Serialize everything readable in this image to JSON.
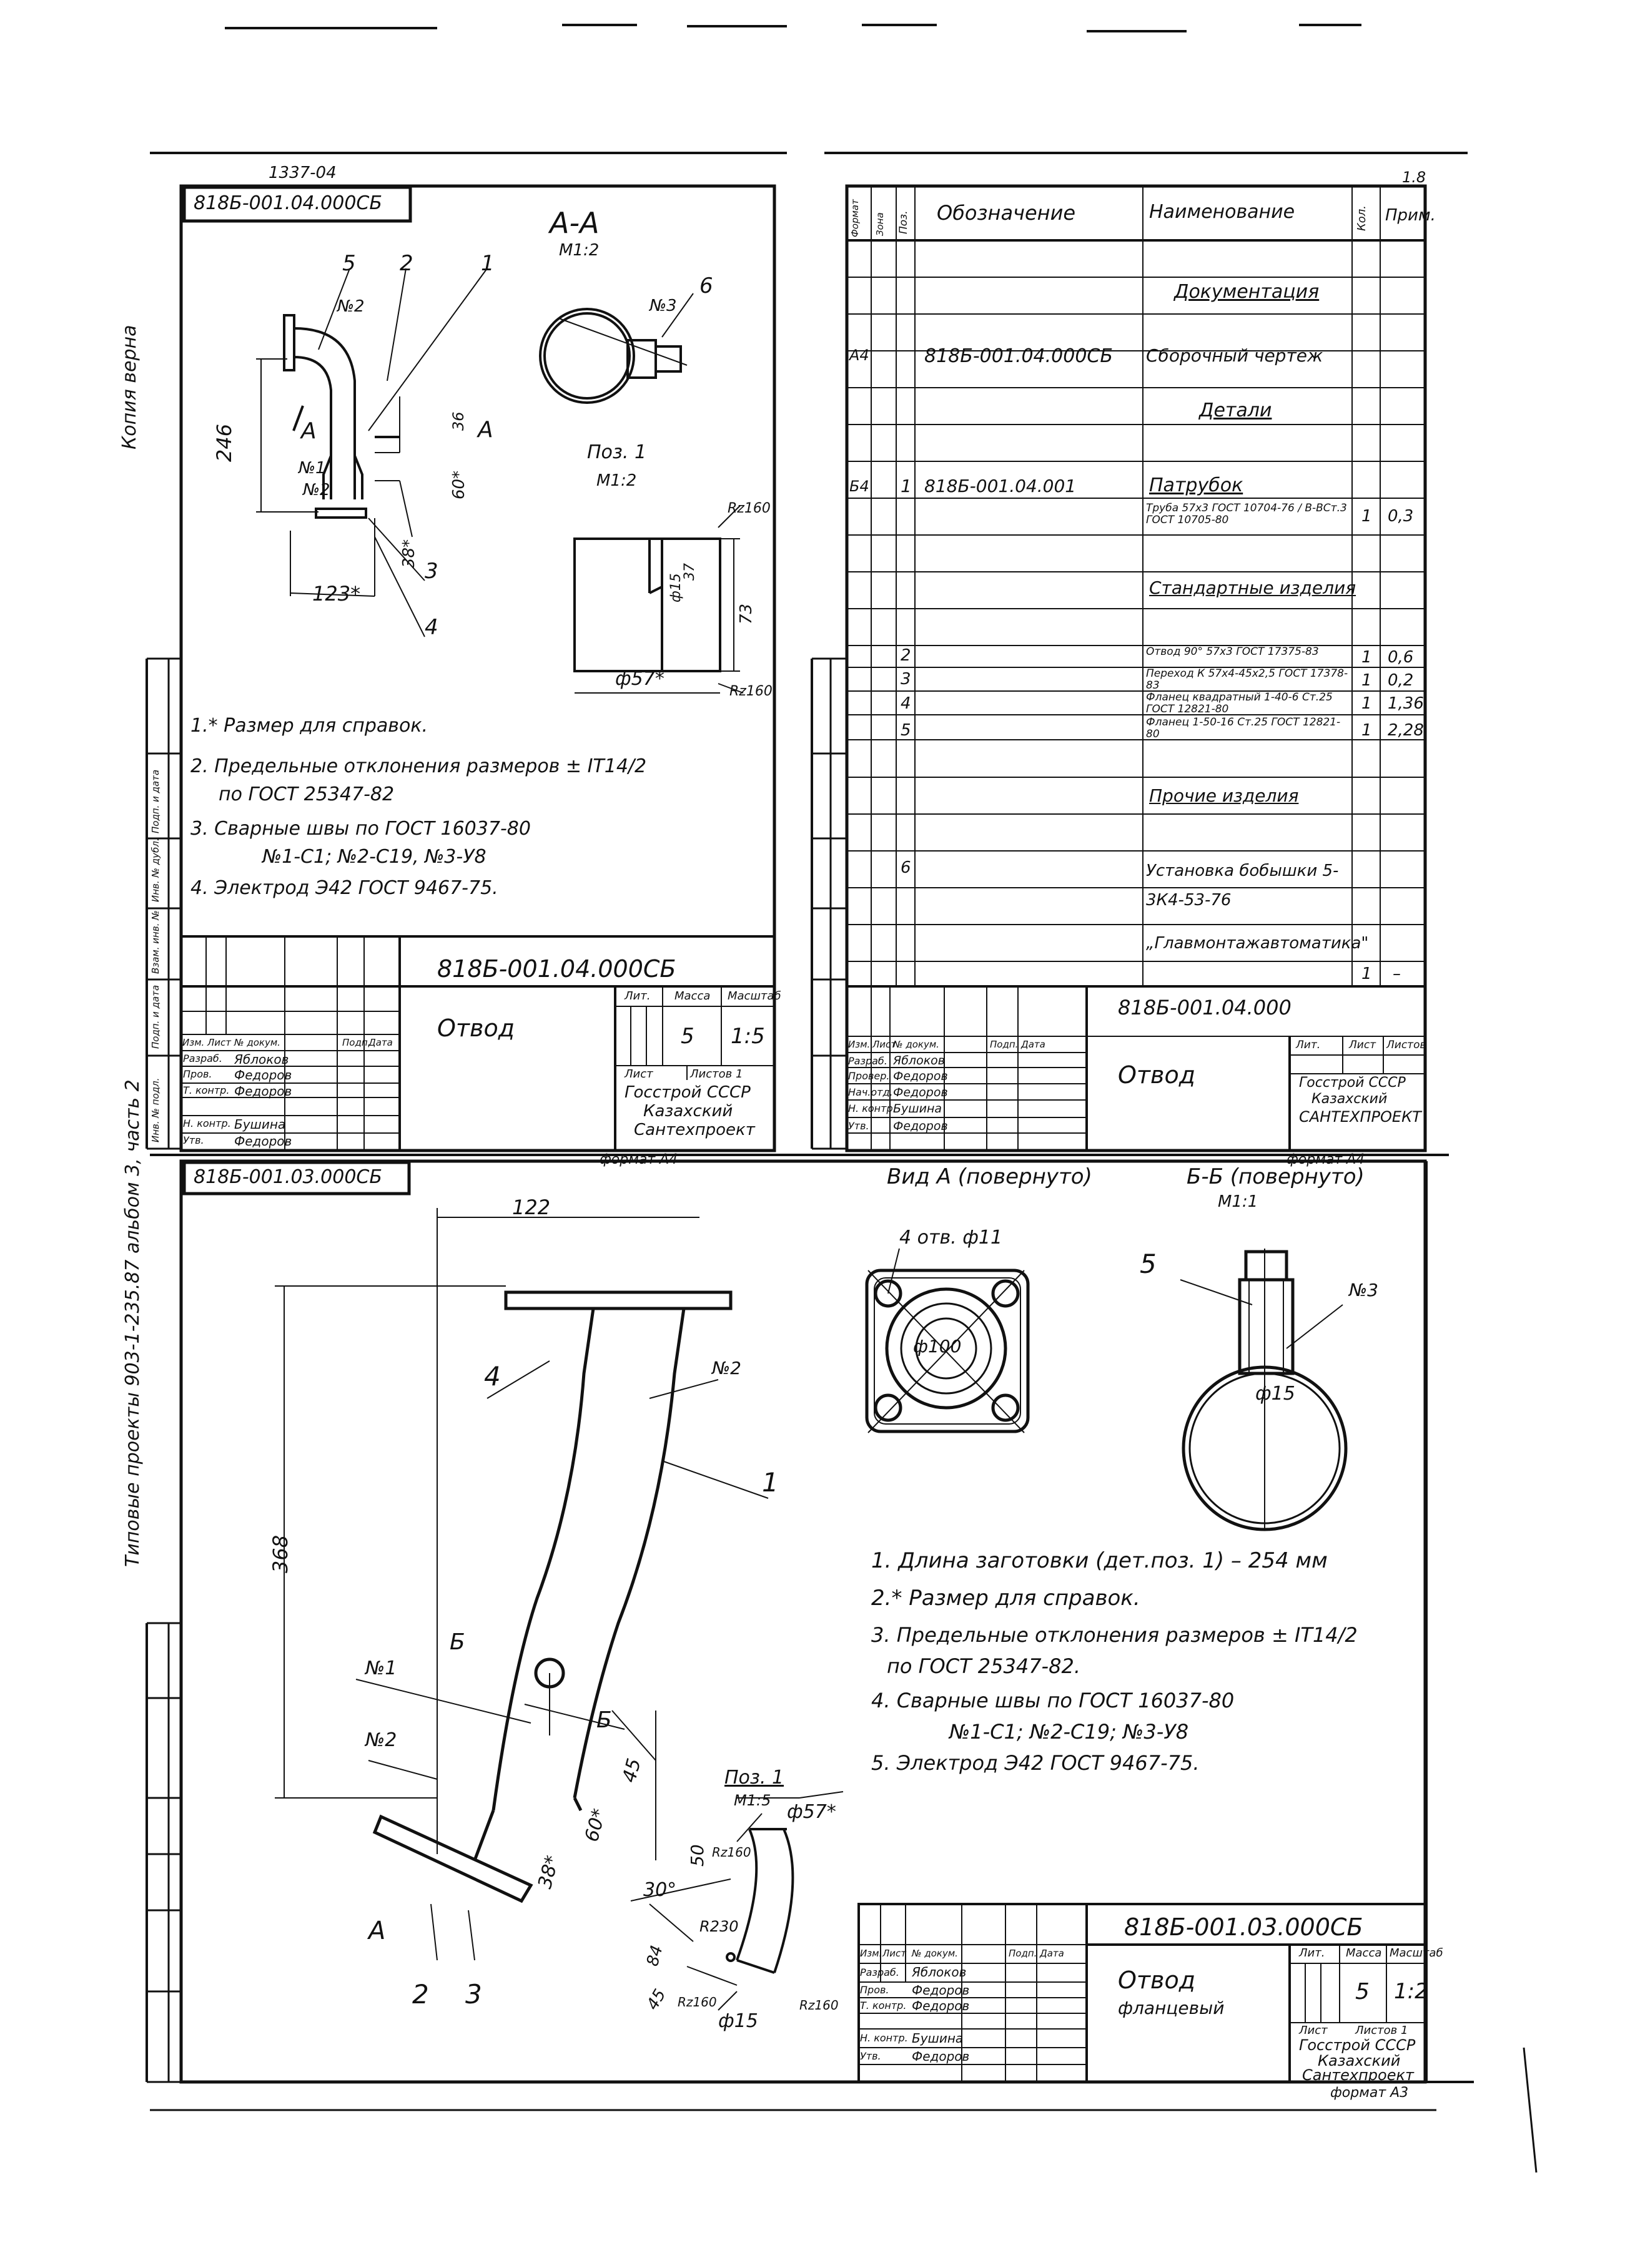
{
  "stamp_top_left": "1337-04",
  "sheet_num_top_right": "1.8",
  "side_note_top": "Копия верна",
  "side_note_bottom": "Типовые проекты 903-1-235.87 альбом 3, часть 2",
  "sheet1": {
    "code_box": "818Б-001.04.000СБ",
    "section": "А-А",
    "section_scale": "М1:2",
    "pos1": "Поз. 1",
    "pos1_scale": "М1:2",
    "dims": {
      "d246": "246",
      "d123": "123*",
      "d36": "36",
      "d60": "60*",
      "d38": "38*",
      "d73": "73",
      "d37": "37",
      "d15": "ф15",
      "d57": "ф57*",
      "rz": "Rz160"
    },
    "weld_labels": {
      "n1": "№1",
      "n2a": "№2",
      "n2b": "№2",
      "n3": "№3"
    },
    "pos_labels": [
      "5",
      "2",
      "1",
      "6",
      "3",
      "4"
    ],
    "a_labels": [
      "А",
      "А"
    ],
    "notes": [
      "1.* Размер для справок.",
      "2. Предельные отклонения размеров ± IT14/2",
      "по ГОСТ 25347-82",
      "3. Сварные швы по ГОСТ 16037-80",
      "№1-С1; №2-С19, №3-У8",
      "4. Электрод Э42 ГОСТ 9467-75."
    ],
    "tb_code": "818Б-001.04.000СБ",
    "tb_name": "Отвод",
    "tb_heads": [
      "Лит.",
      "Масса",
      "Масштаб"
    ],
    "tb_mass": "5",
    "tb_scale": "1:5",
    "tb_sheet": "Лист",
    "tb_sheets": "Листов 1",
    "tb_rowhead": [
      "Изм.",
      "Лист",
      "№ докум.",
      "Подп.",
      "Дата"
    ],
    "tb_roles": [
      "Разраб.",
      "Пров.",
      "Т. контр.",
      "",
      "Н. контр.",
      "Утв."
    ],
    "tb_names": [
      "Яблоков",
      "Федоров",
      "Федоров",
      "",
      "Бушина",
      "Федоров"
    ],
    "org": [
      "Госстрой СССР",
      "Казахский",
      "Сантехпроект"
    ],
    "format": "формат А4",
    "margin_cols": [
      "Инв. № подл.",
      "Подп. и дата",
      "Взам. инв. №",
      "Инв. № дубл.",
      "Подп. и дата"
    ]
  },
  "spec": {
    "heads": [
      "Формат",
      "Зона",
      "Поз.",
      "Обозначение",
      "Наименование",
      "Кол.",
      "Прим."
    ],
    "rows": [
      {
        "fmt": "",
        "pos": "",
        "code": "",
        "name": "Документация",
        "qty": "",
        "note": ""
      },
      {
        "fmt": "А4",
        "pos": "",
        "code": "818Б-001.04.000СБ",
        "name": "Сборочный чертеж",
        "qty": "",
        "note": ""
      },
      {
        "fmt": "",
        "pos": "",
        "code": "",
        "name": "Детали",
        "qty": "",
        "note": ""
      },
      {
        "fmt": "Б4",
        "pos": "1",
        "code": "818Б-001.04.001",
        "name": "Патрубок",
        "qty": "",
        "note": ""
      },
      {
        "fmt": "",
        "pos": "",
        "code": "",
        "name": "Труба 57х3 ГОСТ 10704-76 / В-ВСт.3 ГОСТ 10705-80",
        "qty": "1",
        "note": "0,3"
      },
      {
        "fmt": "",
        "pos": "",
        "code": "",
        "name": "Стандартные изделия",
        "qty": "",
        "note": ""
      },
      {
        "fmt": "",
        "pos": "2",
        "code": "",
        "name": "Отвод 90° 57х3 ГОСТ 17375-83",
        "qty": "1",
        "note": "0,6"
      },
      {
        "fmt": "",
        "pos": "3",
        "code": "",
        "name": "Переход К 57х4-45х2,5 ГОСТ 17378-83",
        "qty": "1",
        "note": "0,2"
      },
      {
        "fmt": "",
        "pos": "4",
        "code": "",
        "name": "Фланец квадратный 1-40-6 Ст.25 ГОСТ 12821-80",
        "qty": "1",
        "note": "1,36"
      },
      {
        "fmt": "",
        "pos": "5",
        "code": "",
        "name": "Фланец 1-50-16 Ст.25 ГОСТ 12821-80",
        "qty": "1",
        "note": "2,28"
      },
      {
        "fmt": "",
        "pos": "",
        "code": "",
        "name": "Прочие изделия",
        "qty": "",
        "note": ""
      },
      {
        "fmt": "",
        "pos": "6",
        "code": "",
        "name": "Установка бобышки 5-3К4-53-76",
        "qty": "",
        "note": ""
      },
      {
        "fmt": "",
        "pos": "",
        "code": "",
        "name": "„Главмонтажавтоматика\"",
        "qty": "1",
        "note": "–"
      }
    ],
    "tb_code": "818Б-001.04.000",
    "tb_name": "Отвод",
    "tb_heads": [
      "Лит.",
      "Лист",
      "Листов"
    ],
    "tb_rowhead": [
      "Изм.",
      "Лист",
      "№ докум.",
      "Подп.",
      "Дата"
    ],
    "tb_roles": [
      "Разраб.",
      "Провер.",
      "Нач.отд.",
      "Н. контр.",
      "Утв."
    ],
    "tb_names": [
      "Яблоков",
      "Федоров",
      "Федоров",
      "Бушина",
      "Федоров"
    ],
    "org": [
      "Госстрой СССР",
      "Казахский",
      "САНТЕХПРОЕКТ"
    ],
    "format": "формат А4"
  },
  "sheet2": {
    "code_box": "818Б-001.03.000СБ",
    "view_a": "Вид А (повернуто)",
    "holes": "4 отв. ф11",
    "d100": "ф100",
    "section": "Б-Б (повернуто)",
    "section_scale": "М1:1",
    "d15": "ф15",
    "dims": {
      "d122": "122",
      "d368": "368",
      "d45": "45",
      "d60": "60*",
      "d38": "38*",
      "d50": "50",
      "d30": "30°",
      "d84": "84",
      "d45b": "45",
      "d57": "ф57*",
      "r230": "R230",
      "d15b": "ф15",
      "rz": "Rz160"
    },
    "weld_labels": {
      "n1": "№1",
      "n2a": "№2",
      "n2b": "№2",
      "n3": "№3"
    },
    "pos_labels": [
      "4",
      "1",
      "2",
      "3",
      "5"
    ],
    "b_labels": [
      "Б",
      "Б",
      "А"
    ],
    "pos1": "Поз. 1",
    "pos1_scale": "М1:5",
    "notes": [
      "1. Длина заготовки (дет.поз. 1) – 254 мм",
      "2.* Размер для справок.",
      "3. Предельные отклонения размеров ± IT14/2",
      "по ГОСТ 25347-82.",
      "4. Сварные швы по ГОСТ 16037-80",
      "№1-С1; №2-С19; №3-У8",
      "5. Электрод Э42 ГОСТ 9467-75."
    ],
    "tb_code": "818Б-001.03.000СБ",
    "tb_name": "Отвод",
    "tb_name2": "фланцевый",
    "tb_heads": [
      "Лит.",
      "Масса",
      "Масштаб"
    ],
    "tb_mass": "5",
    "tb_scale": "1:2",
    "tb_sheet": "Лист",
    "tb_sheets": "Листов 1",
    "tb_rowhead": [
      "Изм.",
      "Лист",
      "№ докум.",
      "Подп.",
      "Дата"
    ],
    "tb_roles": [
      "Разраб.",
      "Пров.",
      "Т. контр.",
      "",
      "Н. контр.",
      "Утв."
    ],
    "tb_names": [
      "Яблоков",
      "Федоров",
      "Федоров",
      "",
      "Бушина",
      "Федоров"
    ],
    "org": [
      "Госстрой СССР",
      "Казахский",
      "Сантехпроект"
    ],
    "format": "формат А3"
  }
}
